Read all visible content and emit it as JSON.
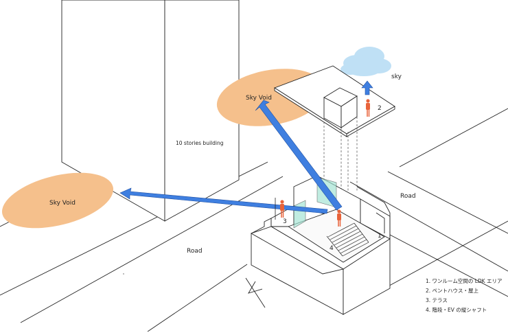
{
  "labels": {
    "sky_void_upper": "Sky Void",
    "sky_void_left": "Sky Void",
    "building": "10 stories building",
    "sky": "sky",
    "road_right": "Road",
    "road_left": "Road"
  },
  "numbers": {
    "n1": "1",
    "n2": "2",
    "n3": "3",
    "n4": "4"
  },
  "legend": [
    "1. ワンルーム空間の LDK エリア",
    "2. ペントハウス・屋上",
    "3. テラス",
    "4. 階段・EV の縦シャフト"
  ],
  "colors": {
    "sky_void": "#F5C08C",
    "arrow": "#3F7FE0",
    "cloud": "#BFE0F5",
    "glass": "#9FE3D2",
    "person": "#E8633A"
  }
}
